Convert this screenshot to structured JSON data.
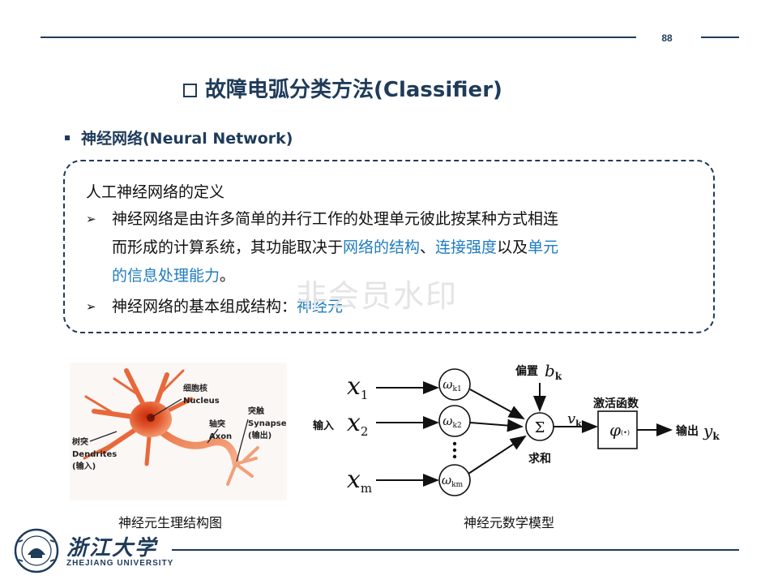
{
  "page_number": "88",
  "title": "故障电弧分类方法(Classifier)",
  "subtitle": "神经网络(Neural Network)",
  "definition": {
    "heading": "人工神经网络的定义",
    "item1": {
      "line1": "神经网络是由许多简单的并行工作的处理单元彼此按某种方式相连",
      "line2_prefix": "而形成的计算系统，其功能取决于",
      "link1": "网络的结构",
      "sep1": "、",
      "link2": "连接强度",
      "mid": "以及",
      "link3": "单元",
      "line3_link": "的信息处理能力",
      "line3_suffix": "。"
    },
    "item2": {
      "prefix": "神经网络的基本组成结构：",
      "link": "神经元"
    }
  },
  "watermark": "非会员水印",
  "neuron_figure": {
    "nucleus_cn": "细胞核",
    "nucleus_en": "Nucleus",
    "axon_cn": "轴突",
    "axon_en": "Axon",
    "synapse_cn": "突触",
    "synapse_en": "Synapse",
    "synapse_note": "(输出)",
    "dendrites_cn": "树突",
    "dendrites_en": "Dendrites",
    "dendrites_note": "(输入)",
    "caption": "神经元生理结构图"
  },
  "model_figure": {
    "x1": "x",
    "x1_sub": "1",
    "x2": "x",
    "x2_sub": "2",
    "xm": "x",
    "xm_sub": "m",
    "w1": "ω",
    "w1_sub": "k1",
    "w2": "ω",
    "w2_sub": "k2",
    "wm": "ω",
    "wm_sub": "km",
    "input_label": "输入",
    "bias_label": "偏置",
    "bias_sym": "b",
    "bias_sub": "k",
    "sum_symbol": "Σ",
    "sum_label": "求和",
    "v_sym": "v",
    "v_sub": "k",
    "activation_label": "激活函数",
    "phi": "φ",
    "phi_arg": "(•)",
    "output_label": "输出",
    "y_sym": "y",
    "y_sub": "k",
    "caption": "神经元数学模型"
  },
  "logo": {
    "name_cn": "浙江大学",
    "name_en": "ZHEJIANG UNIVERSITY"
  },
  "colors": {
    "navy": "#1f3b5a",
    "link_blue": "#1f7cc1",
    "neuron_orange": "#e2572c"
  }
}
